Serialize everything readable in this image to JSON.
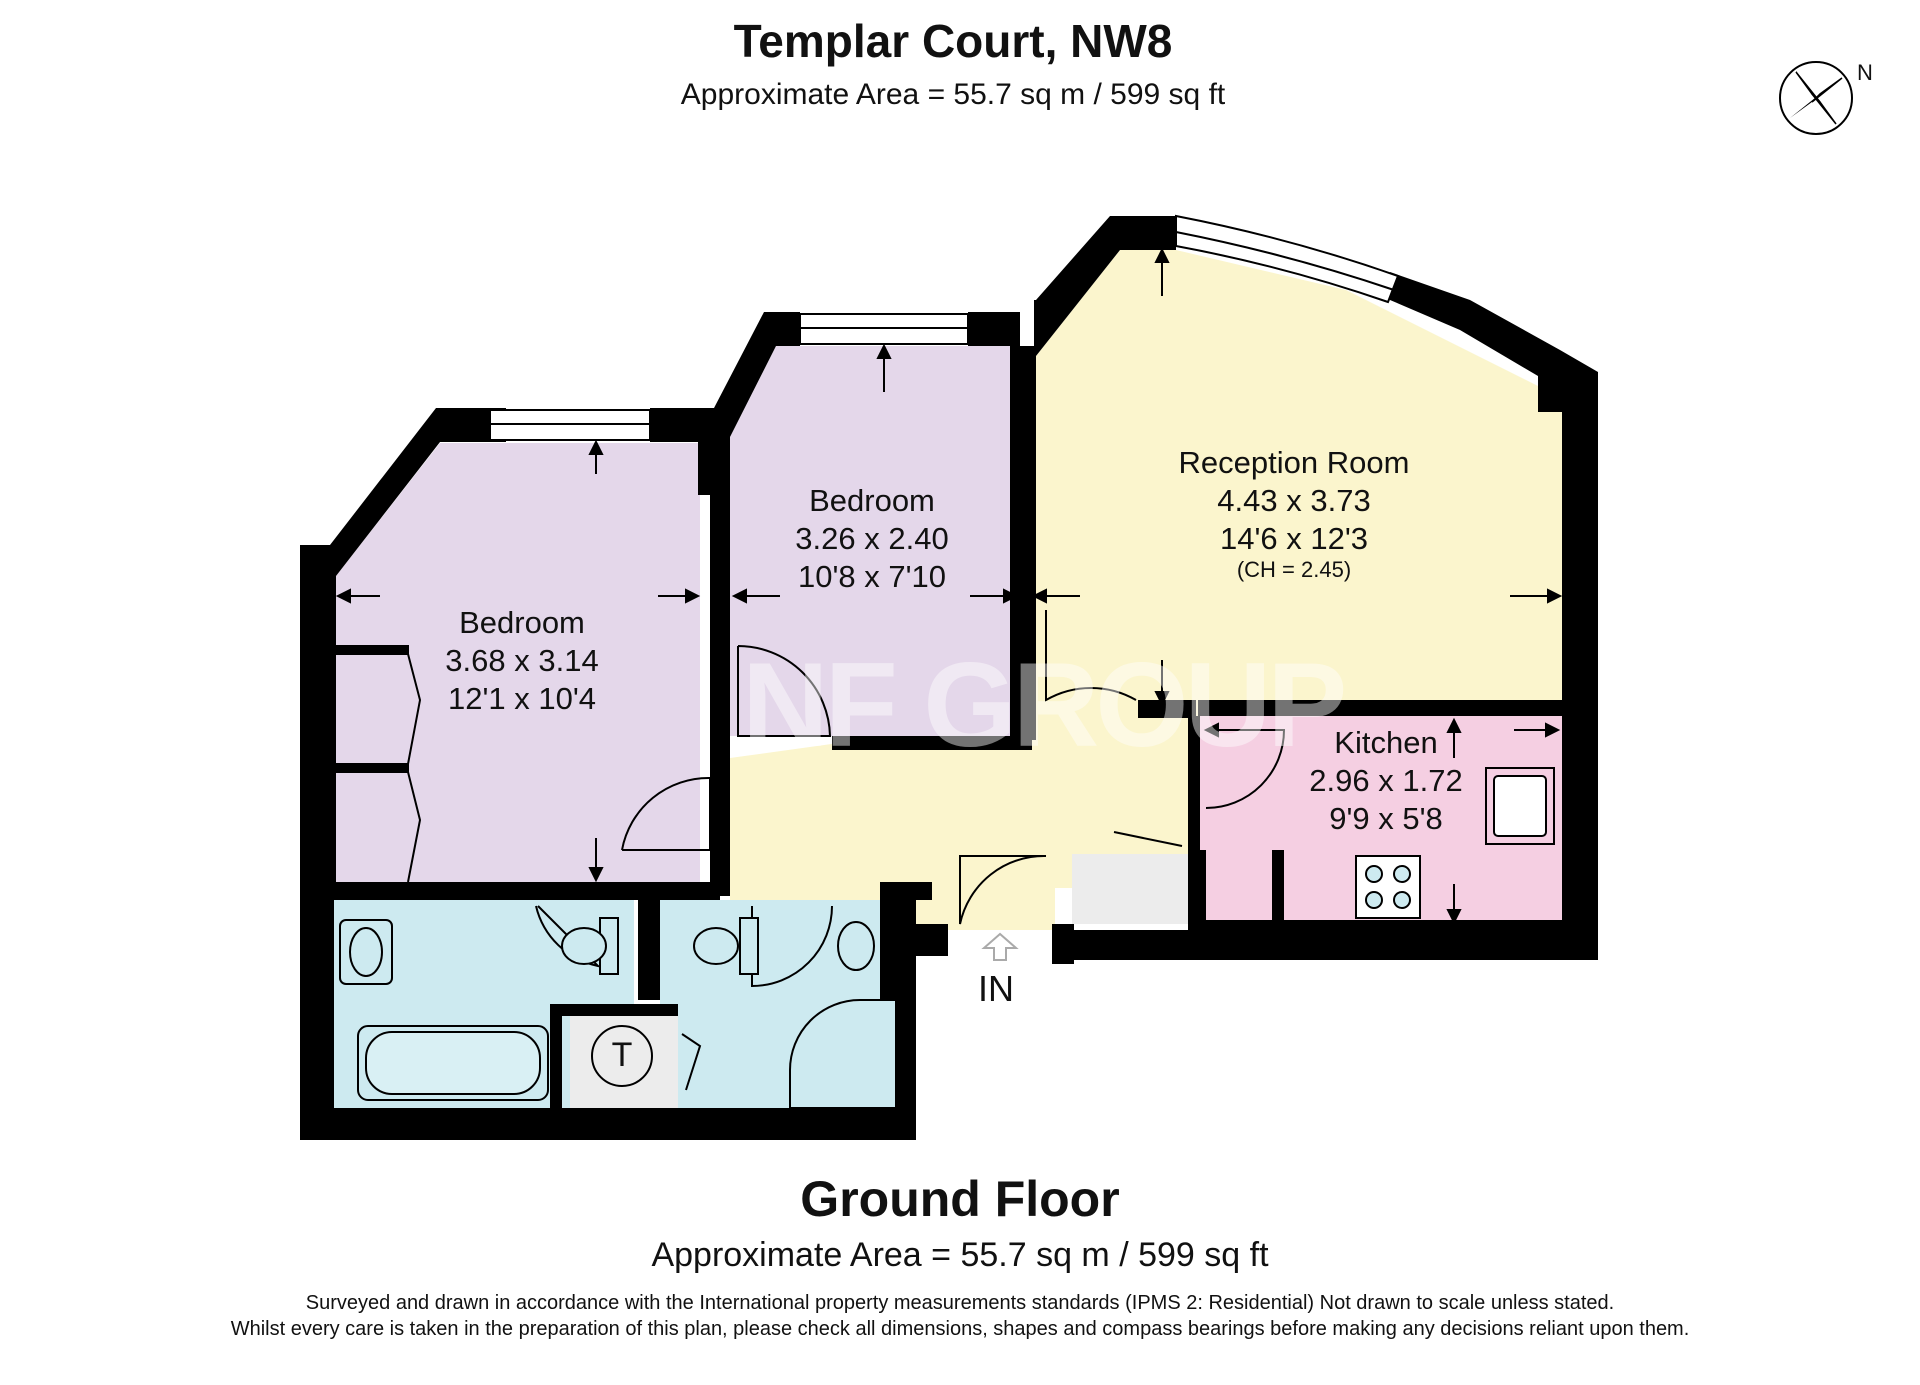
{
  "header": {
    "title": "Templar Court, NW8",
    "subtitle": "Approximate Area = 55.7 sq m / 599 sq ft"
  },
  "watermark": "NF GROUP",
  "rooms": {
    "reception": {
      "name": "Reception Room",
      "metric": "4.43 x 3.73",
      "imperial": "14'6 x 12'3",
      "ceiling": "(CH = 2.45)"
    },
    "bedroom_small": {
      "name": "Bedroom",
      "metric": "3.26 x 2.40",
      "imperial": "10'8 x 7'10"
    },
    "bedroom_large": {
      "name": "Bedroom",
      "metric": "3.68 x 3.14",
      "imperial": "12'1 x 10'4"
    },
    "kitchen": {
      "name": "Kitchen",
      "metric": "2.96 x 1.72",
      "imperial": "9'9 x 5'8"
    }
  },
  "fixtures": {
    "tank_label": "T"
  },
  "entrance_label": "IN",
  "compass_label": "N",
  "footer": {
    "floor_name": "Ground Floor",
    "floor_area": "Approximate Area = 55.7 sq m / 599 sq ft",
    "note_line_1": "Surveyed and drawn in accordance with the International property measurements standards (IPMS 2: Residential) Not drawn to scale unless stated.",
    "note_line_2": "Whilst every care is taken in the preparation of this plan, please check all dimensions, shapes and compass bearings before making any decisions reliant upon them."
  },
  "colors": {
    "wall": "#000000",
    "bedroom_fill": "#e4d7ea",
    "reception_fill": "#fbf5cd",
    "hall_fill": "#fbf5cd",
    "kitchen_fill": "#f5cfe2",
    "bathroom_fill": "#cdeaf0",
    "cupboard_fill": "#ececec"
  }
}
